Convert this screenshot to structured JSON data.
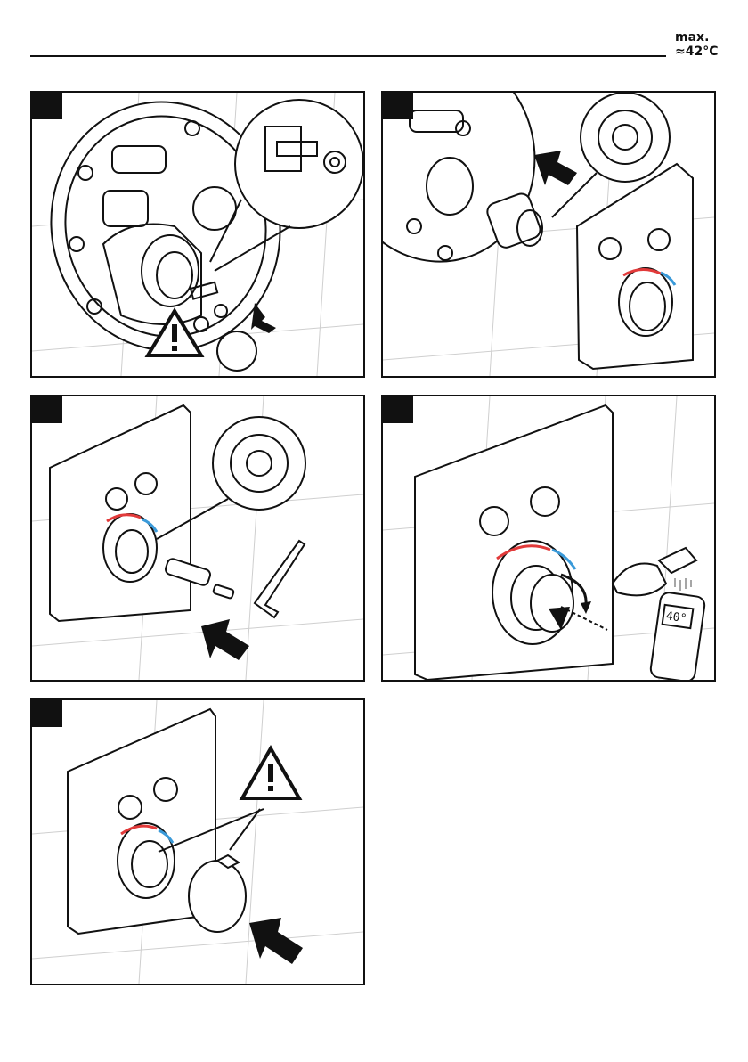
{
  "header": {
    "temp_label": "max.",
    "temp_value": "≈42°C"
  },
  "steps": [
    {
      "id": 1,
      "warning": true,
      "icons": [
        "warning-icon"
      ]
    },
    {
      "id": 2,
      "icons": [
        "arrow-icon"
      ]
    },
    {
      "id": 3,
      "icons": [
        "hex-key-icon",
        "arrow-icon"
      ]
    },
    {
      "id": 4,
      "thermometer_reading": "40°",
      "icons": [
        "thermometer-icon",
        "hand-shower-icon"
      ]
    },
    {
      "id": 5,
      "warning": true,
      "icons": [
        "warning-icon",
        "arrow-icon"
      ]
    }
  ],
  "colors": {
    "hot": "#e23a3a",
    "cold": "#3a9ad9",
    "ink": "#111111"
  }
}
